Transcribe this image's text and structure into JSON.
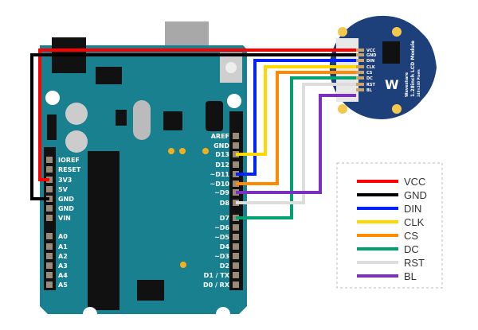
{
  "colors": {
    "board": "#18808e",
    "module": "#1d3f7a",
    "VCC": "#ff0000",
    "GND": "#000000",
    "DIN": "#0022ff",
    "CLK": "#ffd800",
    "CS": "#ff8a00",
    "DC": "#00a070",
    "RST": "#dddddd",
    "BL": "#7a2fbf"
  },
  "board": {
    "right_pins": [
      "AREF",
      "GND",
      "D13",
      "D12",
      "~D11",
      "~D10",
      "~D9",
      "D8",
      "D7",
      "~D6",
      "~D5",
      "D4",
      "~D3",
      "D2",
      "D1 / TX",
      "D0 / RX"
    ],
    "left_pins": [
      "IOREF",
      "RESET",
      "3V3",
      "5V",
      "GND",
      "GND",
      "VIN",
      "A0",
      "A1",
      "A2",
      "A3",
      "A4",
      "A5"
    ]
  },
  "module": {
    "pins": [
      "VCC",
      "GND",
      "DIN",
      "CLK",
      "CS",
      "DC",
      "RST",
      "BL"
    ],
    "brand": "Waveshare",
    "title": "1.28inch LCD Module",
    "subtitle": "240×240 Pixels"
  },
  "legend": [
    {
      "label": "VCC",
      "color": "#ff0000"
    },
    {
      "label": "GND",
      "color": "#000000"
    },
    {
      "label": "DIN",
      "color": "#0022ff"
    },
    {
      "label": "CLK",
      "color": "#ffd800"
    },
    {
      "label": "CS",
      "color": "#ff8a00"
    },
    {
      "label": "DC",
      "color": "#00a070"
    },
    {
      "label": "RST",
      "color": "#dddddd"
    },
    {
      "label": "BL",
      "color": "#7a2fbf"
    }
  ]
}
